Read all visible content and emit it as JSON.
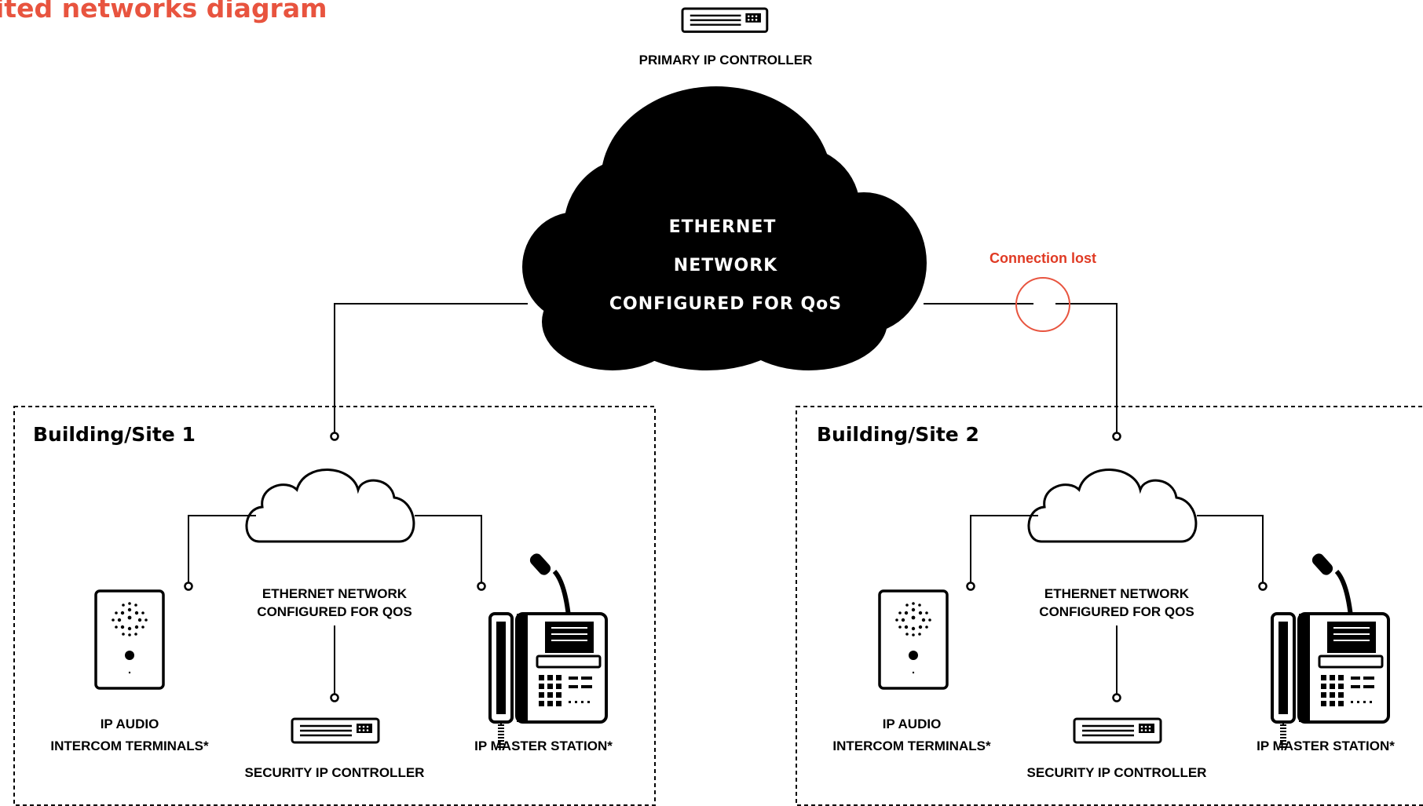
{
  "title": "ited networks diagram",
  "colors": {
    "accent": "#e8543f",
    "lost": "#e03a24",
    "ink": "#000000"
  },
  "primary_controller": {
    "label": "PRIMARY IP CONTROLLER"
  },
  "core_network": {
    "line1": "ETHERNET",
    "line2": "NETWORK",
    "line3": "CONFIGURED FOR QoS"
  },
  "connection_lost": {
    "label": "Connection lost"
  },
  "site1": {
    "title": "Building/Site 1",
    "network_line1": "ETHERNET NETWORK",
    "network_line2": "CONFIGURED FOR QOS",
    "audio_line1": "IP AUDIO",
    "audio_line2": "INTERCOM TERMINALS*",
    "master": "IP MASTER STATION*",
    "security": "SECURITY IP CONTROLLER"
  },
  "site2": {
    "title": "Building/Site 2",
    "network_line1": "ETHERNET NETWORK",
    "network_line2": "CONFIGURED FOR QOS",
    "audio_line1": "IP AUDIO",
    "audio_line2": "INTERCOM TERMINALS*",
    "master": "IP MASTER STATION*",
    "security": "SECURITY IP CONTROLLER"
  }
}
